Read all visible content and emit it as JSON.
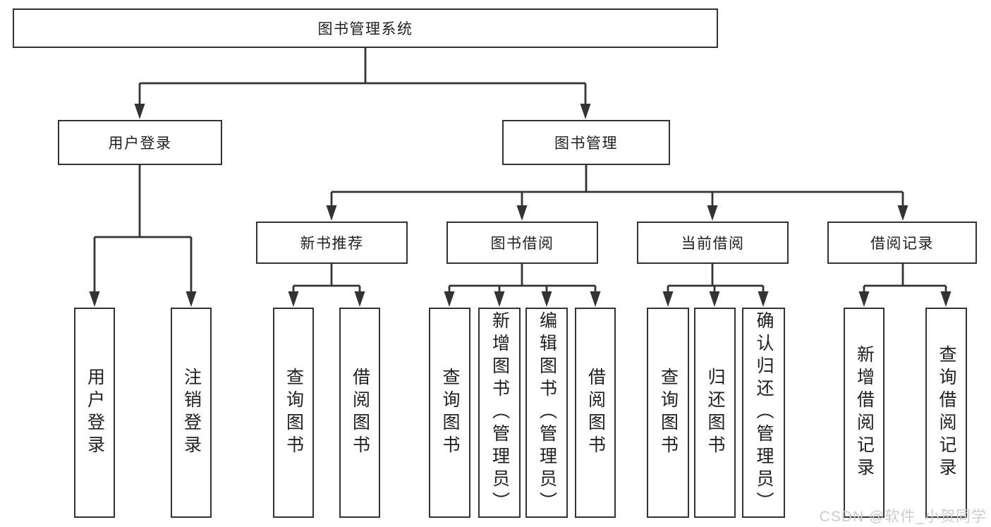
{
  "diagram": {
    "root": {
      "label": "图书管理系统"
    },
    "branches": [
      {
        "label": "用户登录",
        "children": [
          {
            "label": "用户登录"
          },
          {
            "label": "注销登录"
          }
        ]
      },
      {
        "label": "图书管理",
        "children": [
          {
            "label": "新书推荐",
            "children": [
              {
                "label": "查询图书"
              },
              {
                "label": "借阅图书"
              }
            ]
          },
          {
            "label": "图书借阅",
            "children": [
              {
                "label": "查询图书"
              },
              {
                "label": "新增图书（管理员）"
              },
              {
                "label": "编辑图书（管理员）"
              },
              {
                "label": "借阅图书"
              }
            ]
          },
          {
            "label": "当前借阅",
            "children": [
              {
                "label": "查询图书"
              },
              {
                "label": "归还图书"
              },
              {
                "label": "确认归还（管理员）"
              }
            ]
          },
          {
            "label": "借阅记录",
            "children": [
              {
                "label": "新增借阅记录"
              },
              {
                "label": "查询借阅记录"
              }
            ]
          }
        ]
      }
    ]
  },
  "watermark": {
    "text": "CSDN @软件_小贺同学"
  },
  "colors": {
    "line": "#333333",
    "text": "#1f1f1f",
    "background": "#ffffff",
    "watermark": "#c9cdd3"
  }
}
